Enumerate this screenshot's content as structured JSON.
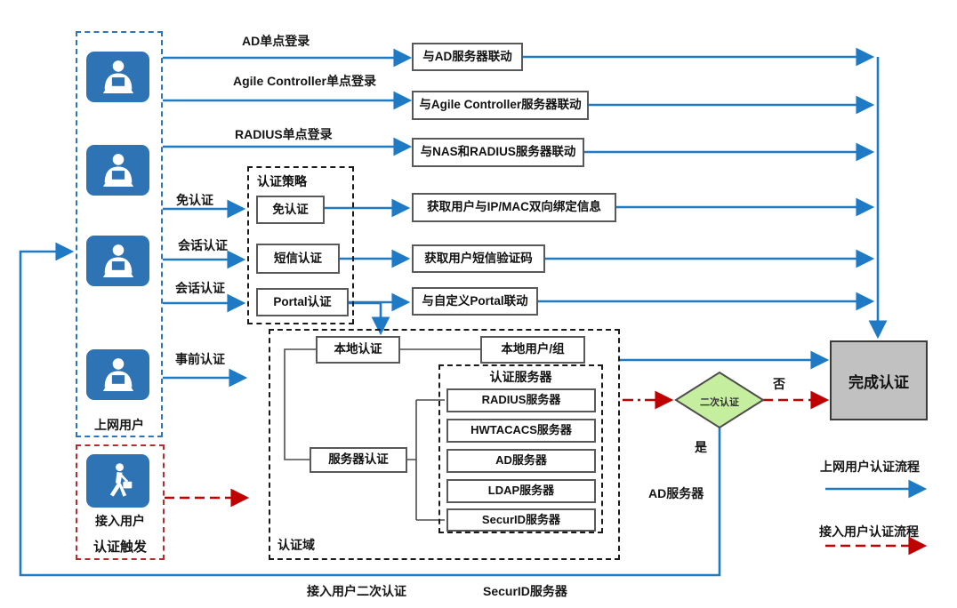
{
  "users": {
    "internet_label": "上网用户",
    "access_label": "接入用户",
    "trigger_label": "认证触发"
  },
  "edge_labels": {
    "ad_sso": "AD单点登录",
    "agile_sso": "Agile Controller单点登录",
    "radius_sso": "RADIUS单点登录",
    "no_auth": "免认证",
    "session_auth_a": "会话认证",
    "session_auth_b": "会话认证",
    "pre_auth": "事前认证",
    "yes": "是",
    "no": "否",
    "ad_server_note": "AD服务器",
    "securid_server_note": "SecurID服务器",
    "access_second_auth": "接入用户二次认证"
  },
  "auth_policy": {
    "title": "认证策略",
    "items": [
      "免认证",
      "短信认证",
      "Portal认证"
    ]
  },
  "actions": [
    "与AD服务器联动",
    "与Agile Controller服务器联动",
    "与NAS和RADIUS服务器联动",
    "获取用户与IP/MAC双向绑定信息",
    "获取用户短信验证码",
    "与自定义Portal联动"
  ],
  "auth_domain": {
    "title": "认证域",
    "local_auth": "本地认证",
    "local_users": "本地用户/组",
    "server_auth": "服务器认证",
    "servers": {
      "title": "认证服务器",
      "items": [
        "RADIUS服务器",
        "HWTACACS服务器",
        "AD服务器",
        "LDAP服务器",
        "SecurID服务器"
      ]
    }
  },
  "decision": {
    "label": "二次认证"
  },
  "complete": {
    "label": "完成认证"
  },
  "legend": {
    "internet_flow": "上网用户认证流程",
    "access_flow": "接入用户认证流程"
  }
}
